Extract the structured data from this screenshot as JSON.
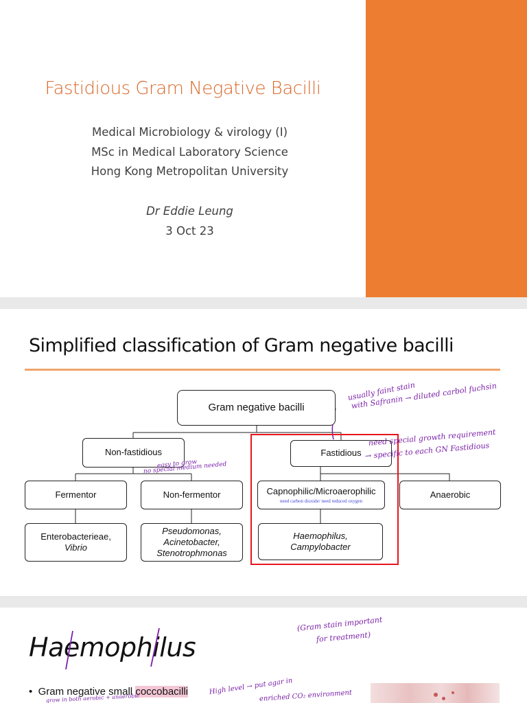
{
  "slide1": {
    "title": "Fastidious Gram Negative Bacilli",
    "lines": [
      "Medical Microbiology & virology (I)",
      "MSc in Medical Laboratory Science",
      "Hong Kong Metropolitan University"
    ],
    "author": "Dr Eddie Leung",
    "date": "3 Oct 23",
    "accent_color": "#ED7D31"
  },
  "slide2": {
    "title": "Simplified classification of Gram negative bacilli",
    "root": "Gram negative bacilli",
    "non_fastidious": "Non-fastidious",
    "fastidious": "Fastidious",
    "fermentor": "Fermentor",
    "non_fermentor": "Non-fermentor",
    "capnophilic": "Capnophilic/Microaerophilic",
    "capnophilic_note": "need carbon dioxide/ need reduced oxygen",
    "anaerobic": "Anaerobic",
    "entero_line1": "Enterobacterieae,",
    "entero_line2": "Vibrio",
    "pseudo_line1": "Pseudomonas,",
    "pseudo_line2": "Acinetobacter,",
    "pseudo_line3": "Stenotrophmonas",
    "haemo_line1": "Haemophilus,",
    "haemo_line2": "Campylobacter",
    "note_stain_1": "usually faint stain",
    "note_stain_2": "with Safranin → diluted carbol fuchsin",
    "note_growth_1": "need special growth requirement",
    "note_growth_2": "→ specific to each GN Fastidious",
    "note_easy_1": "easy to grow",
    "note_easy_2": "no special medium needed",
    "highlight_color": "#E8141C"
  },
  "slide3": {
    "title": "Haemophilus",
    "note_gram_1": "(Gram stain important",
    "note_gram_2": "for treatment)",
    "bullet": "Gram negative small ",
    "bullet_highlight": "coccobacilli",
    "note_level_1": "High level → put agar in",
    "note_level_2": "enriched CO₂ environment",
    "note_aerobic": "grow in both aerobic + anaerobic"
  }
}
